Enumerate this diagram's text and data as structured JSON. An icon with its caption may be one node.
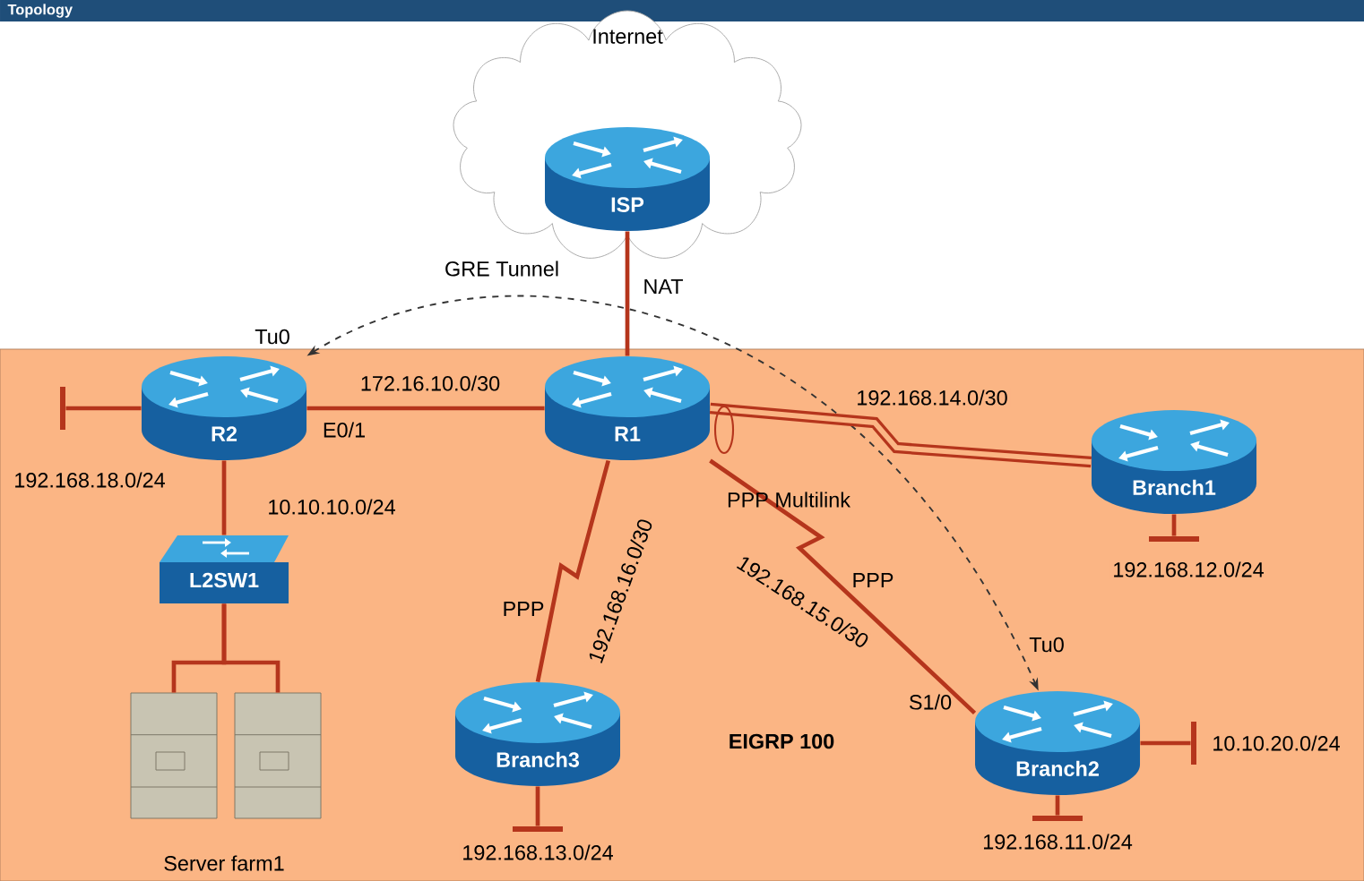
{
  "diagram": {
    "title": "Topology",
    "nodes": [
      {
        "text": [
          "Internet"
        ]
      },
      {
        "text": [
          "ISP"
        ],
        "in": 0
      },
      {
        "text": [
          "R2"
        ],
        "beside": [
          "Tu0"
        ]
      },
      {
        "text": [
          "R1"
        ]
      },
      {
        "text": [
          "Branch1"
        ]
      },
      {
        "text": [
          "L2SW1"
        ]
      },
      {
        "text": [
          "Branch3"
        ]
      },
      {
        "text": [
          "Branch2"
        ]
      },
      {
        "text": [],
        "shape": "picture"
      },
      {
        "text": [],
        "shape": "picture"
      },
      {
        "text": [],
        "shape": "bar"
      },
      {
        "text": [],
        "shape": "bar"
      },
      {
        "text": [],
        "shape": "bar"
      },
      {
        "text": [],
        "shape": "bar"
      },
      {
        "text": [],
        "shape": "bar"
      }
    ],
    "edges": [
      {
        "from": 1,
        "to": 3,
        "arrow": "none",
        "label": "NAT"
      },
      {
        "from": 3,
        "to": 2,
        "arrow": "none",
        "label": "172.16.10.0/30"
      },
      {
        "from": 2,
        "to": 7,
        "arrow": "both",
        "label": "GRE Tunnel",
        "style": "dashed",
        "color": "#333333"
      },
      {
        "from": 3,
        "to": 4,
        "arrow": "none",
        "label": "192.168.14.0/30",
        "style": "thick"
      },
      {
        "from": 3,
        "to": 6,
        "arrow": "none",
        "label": "192.168.16.0/30"
      },
      {
        "from": 3,
        "to": 7,
        "arrow": "none",
        "label": "192.168.15.0/30"
      },
      {
        "from": 2,
        "to": 5,
        "arrow": "none",
        "label": "10.10.10.0/24"
      },
      {
        "from": 5,
        "to": 8,
        "arrow": "none"
      },
      {
        "from": 5,
        "to": 9,
        "arrow": "none"
      },
      {
        "from": 2,
        "to": 10,
        "arrow": "none",
        "label": "192.168.18.0/24"
      },
      {
        "from": 4,
        "to": 11,
        "arrow": "none",
        "label": "192.168.12.0/24"
      },
      {
        "from": 7,
        "to": 12,
        "arrow": "none",
        "label": "10.10.20.0/24"
      },
      {
        "from": 7,
        "to": 13,
        "arrow": "none",
        "label": "192.168.11.0/24"
      },
      {
        "from": 6,
        "to": 14,
        "arrow": "none",
        "label": "192.168.13.0/24"
      }
    ],
    "labels": [
      "E0/1",
      "PPP Multilink",
      "PPP",
      "PPP",
      "Tu0",
      "S1/0",
      "EIGRP 100",
      "Server farm1"
    ]
  }
}
